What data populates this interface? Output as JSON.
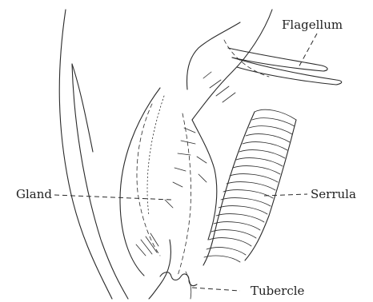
{
  "labels": {
    "flagellum": "Flagellum",
    "gland": "Gland",
    "serrula": "Serrula",
    "tubercle": "Tubercle"
  }
}
